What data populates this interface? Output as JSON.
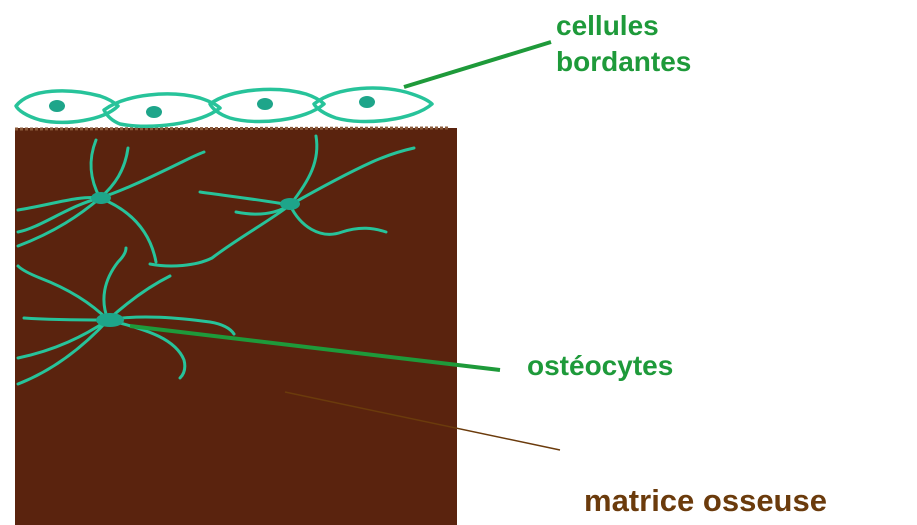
{
  "labels": {
    "lining_cells_line1": "cellules",
    "lining_cells_line2": "bordantes",
    "osteocytes": "ostéocytes",
    "bone_matrix": "matrice osseuse"
  },
  "colors": {
    "matrix": "#5a230e",
    "cells": "#27c39a",
    "label_green": "#1e9a3a",
    "label_brown": "#6b3b0c",
    "leader_green": "#1e9a3a",
    "leader_brown": "#6b3b0c"
  }
}
